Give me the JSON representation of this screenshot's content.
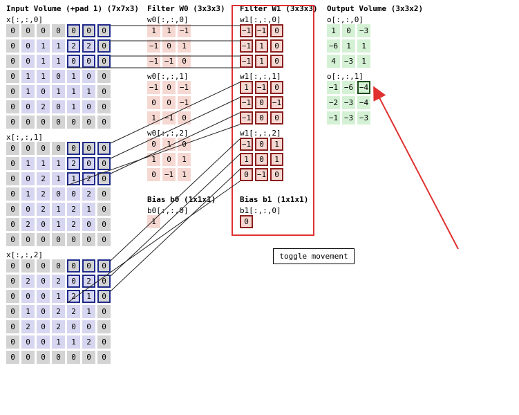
{
  "headers": {
    "input": "Input Volume (+pad 1) (7x7x3)",
    "filter0": "Filter W0 (3x3x3)",
    "filter1": "Filter W1 (3x3x3)",
    "output": "Output Volume (3x3x2)",
    "bias0": "Bias b0 (1x1x1)",
    "bias1": "Bias b1 (1x1x1)"
  },
  "toggle_label": "toggle movement",
  "colors": {
    "pad": "#d3d3d3",
    "input": "#d6d6f0",
    "weight": "#f6d8d2",
    "output": "#d5f1d5",
    "frame": "#e03030",
    "arrow": "#e03030"
  },
  "input": [
    {
      "label": "x[:,:,0]",
      "rows": [
        [
          0,
          0,
          0,
          0,
          0,
          0,
          0
        ],
        [
          0,
          0,
          1,
          1,
          2,
          2,
          0
        ],
        [
          0,
          0,
          1,
          1,
          0,
          0,
          0
        ],
        [
          0,
          1,
          1,
          0,
          1,
          0,
          0
        ],
        [
          0,
          1,
          0,
          1,
          1,
          1,
          0
        ],
        [
          0,
          0,
          2,
          0,
          1,
          0,
          0
        ],
        [
          0,
          0,
          0,
          0,
          0,
          0,
          0
        ]
      ]
    },
    {
      "label": "x[:,:,1]",
      "rows": [
        [
          0,
          0,
          0,
          0,
          0,
          0,
          0
        ],
        [
          0,
          1,
          1,
          1,
          2,
          0,
          0
        ],
        [
          0,
          0,
          2,
          1,
          1,
          2,
          0
        ],
        [
          0,
          1,
          2,
          0,
          0,
          2,
          0
        ],
        [
          0,
          0,
          2,
          1,
          2,
          1,
          0
        ],
        [
          0,
          2,
          0,
          1,
          2,
          0,
          0
        ],
        [
          0,
          0,
          0,
          0,
          0,
          0,
          0
        ]
      ]
    },
    {
      "label": "x[:,:,2]",
      "rows": [
        [
          0,
          0,
          0,
          0,
          0,
          0,
          0
        ],
        [
          0,
          2,
          0,
          2,
          0,
          2,
          0
        ],
        [
          0,
          0,
          0,
          1,
          2,
          1,
          0
        ],
        [
          0,
          1,
          0,
          2,
          2,
          1,
          0
        ],
        [
          0,
          2,
          0,
          2,
          0,
          0,
          0
        ],
        [
          0,
          0,
          0,
          1,
          1,
          2,
          0
        ],
        [
          0,
          0,
          0,
          0,
          0,
          0,
          0
        ]
      ]
    }
  ],
  "w0": [
    {
      "label": "w0[:,:,0]",
      "rows": [
        [
          1,
          1,
          -1
        ],
        [
          -1,
          0,
          1
        ],
        [
          -1,
          -1,
          0
        ]
      ]
    },
    {
      "label": "w0[:,:,1]",
      "rows": [
        [
          -1,
          0,
          -1
        ],
        [
          0,
          0,
          -1
        ],
        [
          1,
          -1,
          0
        ]
      ]
    },
    {
      "label": "w0[:,:,2]",
      "rows": [
        [
          0,
          1,
          0
        ],
        [
          1,
          0,
          1
        ],
        [
          0,
          -1,
          1
        ]
      ]
    }
  ],
  "w1": [
    {
      "label": "w1[:,:,0]",
      "rows": [
        [
          -1,
          -1,
          0
        ],
        [
          -1,
          1,
          0
        ],
        [
          -1,
          1,
          0
        ]
      ]
    },
    {
      "label": "w1[:,:,1]",
      "rows": [
        [
          1,
          -1,
          0
        ],
        [
          -1,
          0,
          -1
        ],
        [
          -1,
          0,
          0
        ]
      ]
    },
    {
      "label": "w1[:,:,2]",
      "rows": [
        [
          -1,
          0,
          1
        ],
        [
          1,
          0,
          1
        ],
        [
          0,
          -1,
          0
        ]
      ]
    }
  ],
  "b0": {
    "label": "b0[:,:,0]",
    "value": 1
  },
  "b1": {
    "label": "b1[:,:,0]",
    "value": 0
  },
  "output": [
    {
      "label": "o[:,:,0]",
      "rows": [
        [
          1,
          0,
          -3
        ],
        [
          -6,
          1,
          1
        ],
        [
          4,
          -3,
          1
        ]
      ]
    },
    {
      "label": "o[:,:,1]",
      "rows": [
        [
          -1,
          -6,
          -4
        ],
        [
          -2,
          -3,
          -4
        ],
        [
          -1,
          -3,
          -3
        ]
      ]
    }
  ],
  "highlight": {
    "input_rows": [
      0,
      1,
      2
    ],
    "input_cols": [
      4,
      5,
      6
    ],
    "output_depth": 1,
    "output_row": 0,
    "output_col": 2
  }
}
